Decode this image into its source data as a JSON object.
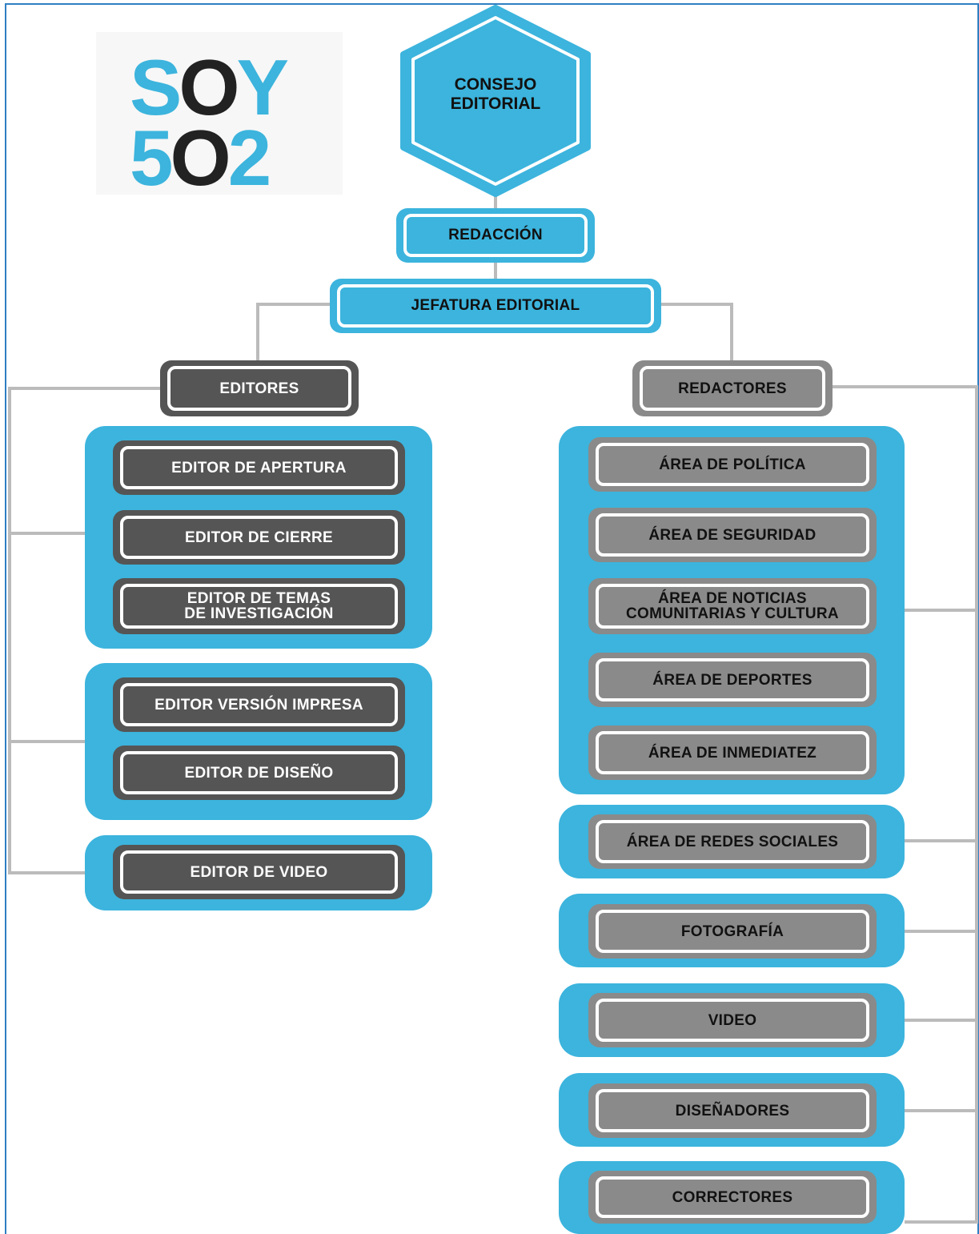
{
  "logo": {
    "line1_a": "S",
    "line1_b": "O",
    "line1_c": "Y",
    "line2_a": "5",
    "line2_b": "O",
    "line2_c": "2"
  },
  "top": "CONSEJO\nEDITORIAL",
  "redaccion": "REDACCIÓN",
  "jefatura": "JEFATURA EDITORIAL",
  "editores": {
    "label": "EDITORES",
    "group1": [
      "EDITOR DE APERTURA",
      "EDITOR DE CIERRE",
      "EDITOR DE TEMAS\nDE INVESTIGACIÓN"
    ],
    "group2": [
      "EDITOR VERSIÓN IMPRESA",
      "EDITOR DE DISEÑO"
    ],
    "group3": [
      "EDITOR DE VIDEO"
    ]
  },
  "redactores": {
    "label": "REDACTORES",
    "group1": [
      "ÁREA DE POLÍTICA",
      "ÁREA DE SEGURIDAD",
      "ÁREA DE NOTICIAS\nCOMUNITARIAS Y CULTURA",
      "ÁREA DE DEPORTES",
      "ÁREA DE INMEDIATEZ"
    ],
    "others": [
      "ÁREA DE REDES SOCIALES",
      "FOTOGRAFÍA",
      "VIDEO",
      "DISEÑADORES",
      "CORRECTORES"
    ]
  },
  "colors": {
    "blue": "#3cb4dd",
    "dark_box": "#555555",
    "grey_box": "#8a8a8a",
    "connector": "#bbbbbb",
    "frame": "#2f7fc3"
  }
}
